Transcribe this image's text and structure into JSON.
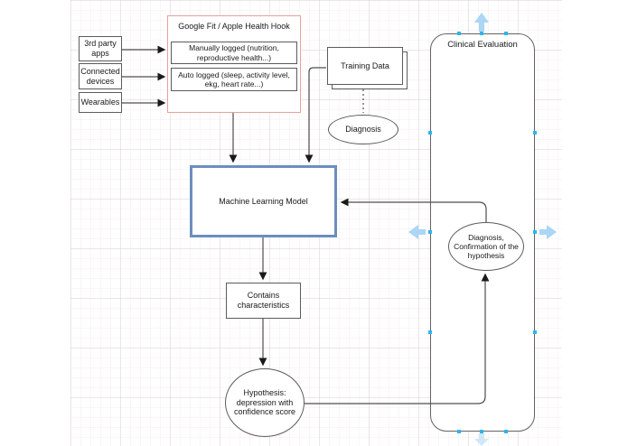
{
  "colors": {
    "shape_stroke": "#5c5c5c",
    "container_red_stroke": "#e8a09a",
    "ml_blue_stroke": "#6c8ebf",
    "guide_arrow_blue": "#abd6f5",
    "connection_tick_cyan": "#29b6f2",
    "text": "#1a1a1a"
  },
  "nodes": {
    "third_party": {
      "label": "3rd party apps"
    },
    "connected_devices": {
      "label": "Connected devices"
    },
    "wearables": {
      "label": "Wearables"
    },
    "health_hook": {
      "title": "Google Fit / Apple Health Hook"
    },
    "manual_logged": {
      "label": "Manually logged (nutrition, reproductive health...)"
    },
    "auto_logged": {
      "label": "Auto logged (sleep, activity level, ekg, heart rate...)"
    },
    "training_data": {
      "label": "Training Data"
    },
    "diagnosis": {
      "label": "Diagnosis"
    },
    "ml_model": {
      "label": "Machine Learning Model"
    },
    "contains_characteristics": {
      "label": "Contains characteristics"
    },
    "hypothesis": {
      "label": "Hypothesis: depression with confidence score"
    },
    "clinical_evaluation": {
      "title": "Clinical Evaluation"
    },
    "diagnosis_confirmation": {
      "label": "Diagnosis, Confirmation of the hypothesis"
    }
  }
}
